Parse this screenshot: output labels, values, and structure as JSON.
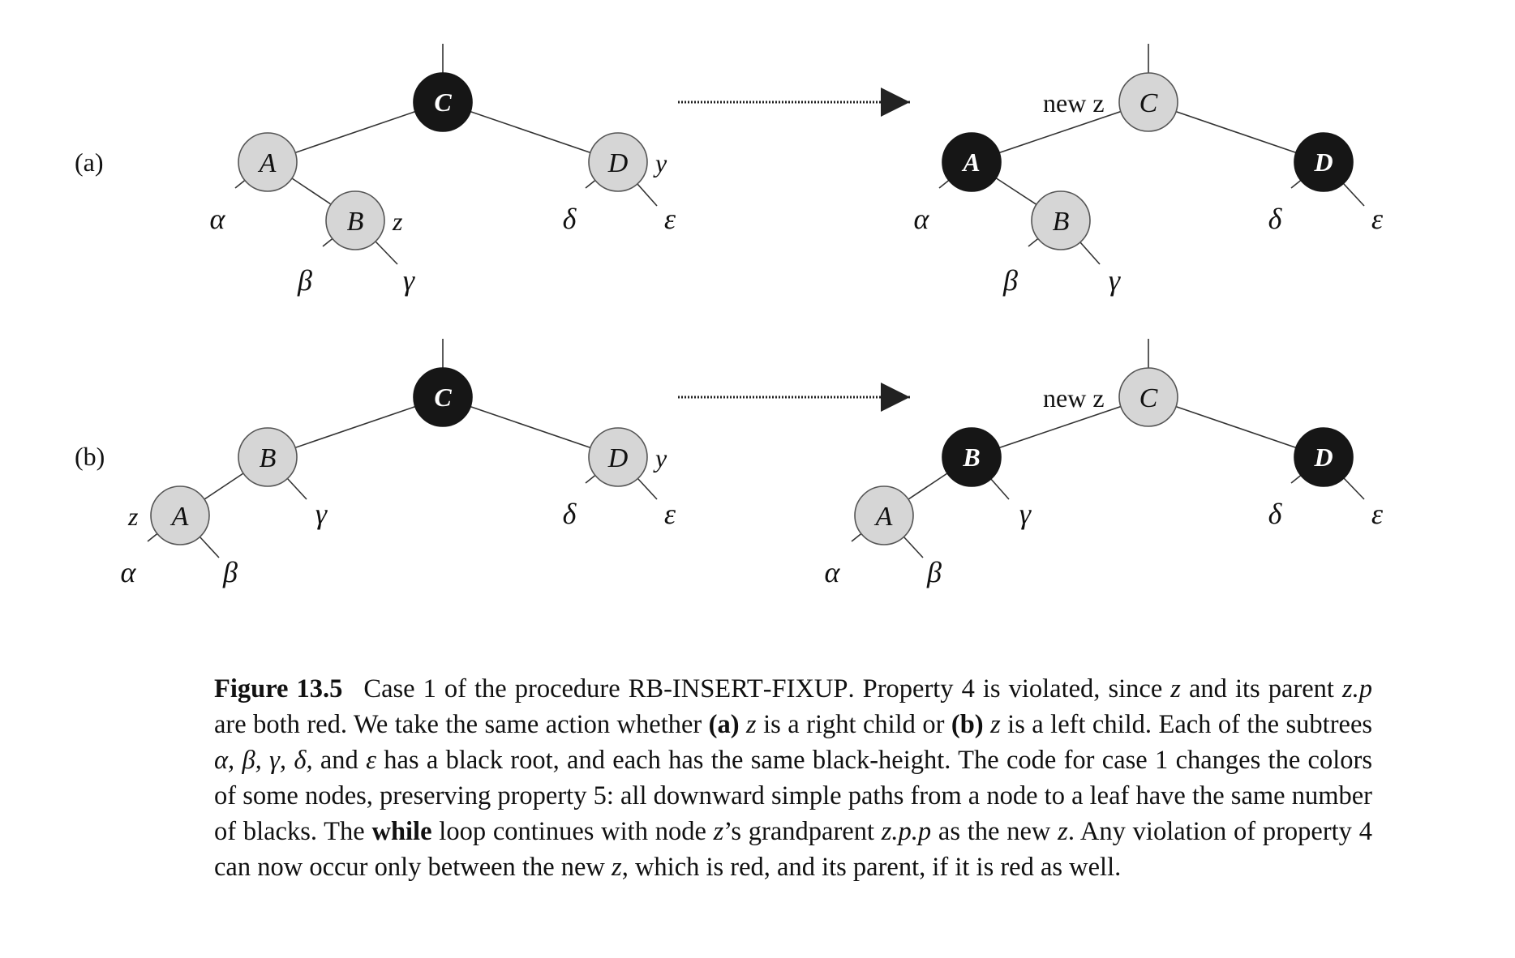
{
  "parts": {
    "a": {
      "label": "(a)",
      "before": {
        "nodes": [
          {
            "id": "C",
            "color": "black"
          },
          {
            "id": "A",
            "color": "red"
          },
          {
            "id": "B",
            "color": "red",
            "tag": "z"
          },
          {
            "id": "D",
            "color": "red",
            "tag": "y"
          }
        ],
        "subtrees": [
          "α",
          "β",
          "γ",
          "δ",
          "ε"
        ]
      },
      "after": {
        "tag": "new z",
        "nodes": [
          {
            "id": "C",
            "color": "red"
          },
          {
            "id": "A",
            "color": "black"
          },
          {
            "id": "B",
            "color": "red"
          },
          {
            "id": "D",
            "color": "black"
          }
        ],
        "subtrees": [
          "α",
          "β",
          "γ",
          "δ",
          "ε"
        ]
      }
    },
    "b": {
      "label": "(b)",
      "before": {
        "nodes": [
          {
            "id": "C",
            "color": "black"
          },
          {
            "id": "B",
            "color": "red"
          },
          {
            "id": "A",
            "color": "red",
            "tag": "z"
          },
          {
            "id": "D",
            "color": "red",
            "tag": "y"
          }
        ],
        "subtrees": [
          "α",
          "β",
          "γ",
          "δ",
          "ε"
        ]
      },
      "after": {
        "tag": "new z",
        "nodes": [
          {
            "id": "C",
            "color": "red"
          },
          {
            "id": "B",
            "color": "black"
          },
          {
            "id": "A",
            "color": "red"
          },
          {
            "id": "D",
            "color": "black"
          }
        ],
        "subtrees": [
          "α",
          "β",
          "γ",
          "δ",
          "ε"
        ]
      }
    }
  },
  "colors": {
    "red_node": "#d6d6d6",
    "black_node": "#161616"
  },
  "caption": {
    "figure_number": "Figure 13.5",
    "s1": "Case 1 of the procedure ",
    "proc_rb": "RB-I",
    "proc_nsert": "NSERT",
    "proc_dash": "-F",
    "proc_ixup": "IXUP",
    "s2": ". Property 4 is violated, since ",
    "z": "z",
    "s3": " and its parent ",
    "zp": "z.p",
    "s4": " are both red. We take the same action whether ",
    "a": "(a)",
    "s5": " is a right child or ",
    "b": "(b)",
    "s6": " is a left child. Each of the subtrees ",
    "greek_list": "α, β, γ, δ,",
    "s7": " and ",
    "eps": "ε",
    "s8": " has a black root, and each has the same black-height. The code for case 1 changes the colors of some nodes, preserving property 5: all downward simple paths from a node to a leaf have the same number of blacks. The ",
    "while": "while",
    "s9": " loop continues with node ",
    "zs": "z",
    "s10": "’s grandparent ",
    "zpp": "z.p.p",
    "s11": " as the new ",
    "s12": ". Any violation of property 4 can now occur only between the new ",
    "s13": ", which is red, and its parent, if it is red as well."
  }
}
